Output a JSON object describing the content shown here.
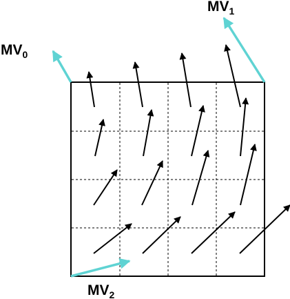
{
  "labels": {
    "mv0": {
      "main": "MV",
      "sub": "0"
    },
    "mv1": {
      "main": "MV",
      "sub": "1"
    },
    "mv2": {
      "main": "MV",
      "sub": "2"
    }
  },
  "grid": {
    "rows": 4,
    "cols": 4
  },
  "colors": {
    "control_vector": "#5fd3d3",
    "sub_block_vector": "#000000",
    "grid_line": "#000000"
  }
}
